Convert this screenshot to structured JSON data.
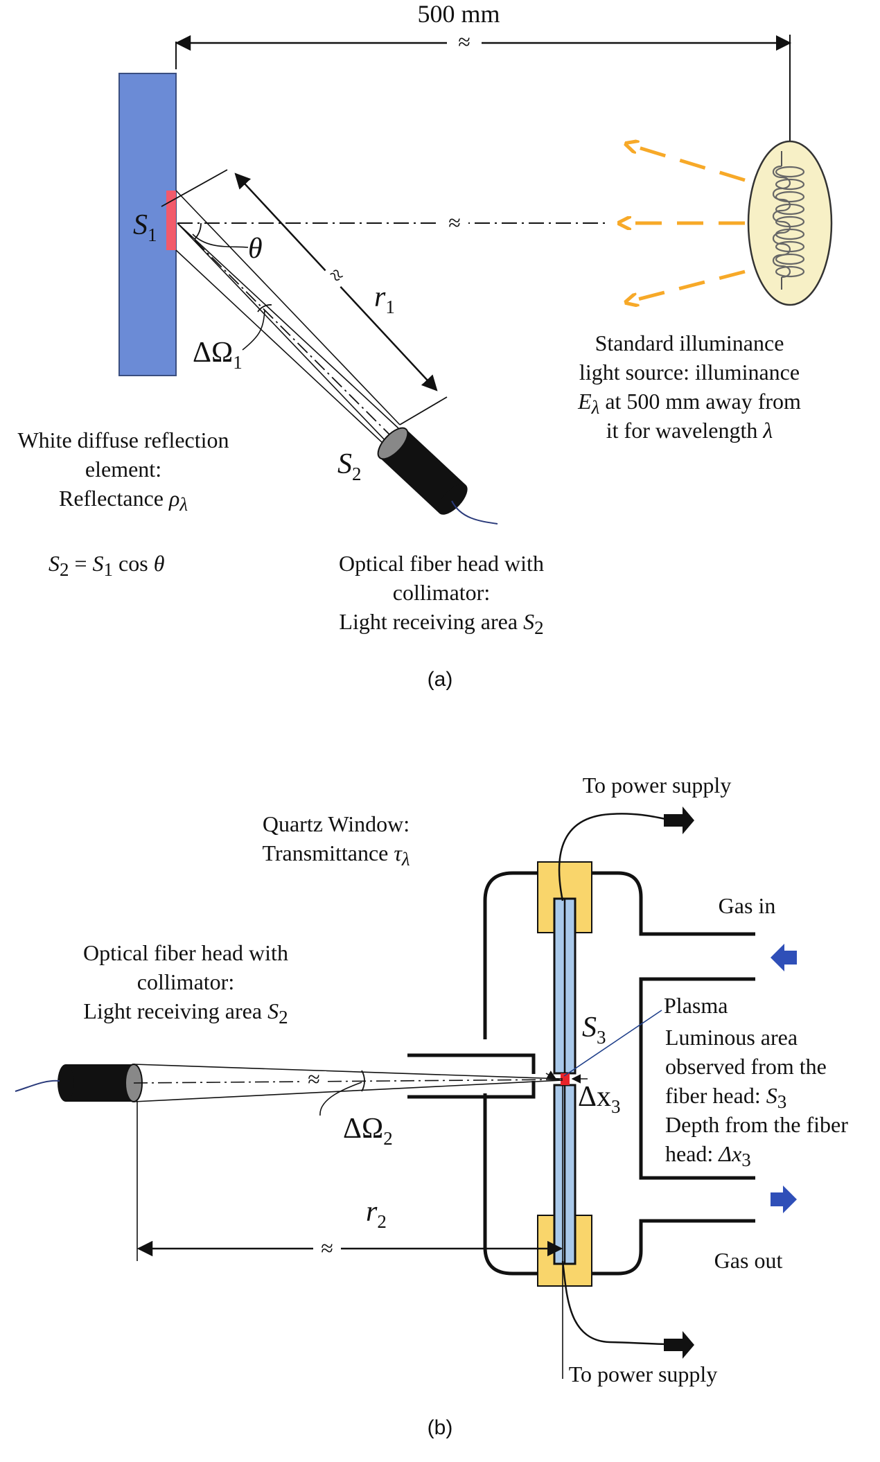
{
  "colors": {
    "wall": "#6b8bd6",
    "reflector": "#f25a6b",
    "arrow": "#f7a928",
    "lamp": "#f7f0c6",
    "quartz": "#a9c9ea",
    "electrode": "#f9d56b",
    "plasma": "#e8232a",
    "gas_arrow": "#2f4fb8"
  },
  "panel_a": {
    "distance_label": "500 mm",
    "break_symbol": "≈",
    "s1": {
      "base": "S",
      "sub": "1"
    },
    "theta": "θ",
    "r1": {
      "base": "r",
      "sub": "1"
    },
    "omega1": {
      "base": "ΔΩ",
      "sub": "1"
    },
    "s2": {
      "base": "S",
      "sub": "2"
    },
    "light_source": {
      "line1": "Standard illuminance",
      "line2": "light source: illuminance",
      "line3_var": "E",
      "line3_sub": "λ",
      "line3_rest": " at 500 mm away from",
      "line4_text": "it for wavelength ",
      "line4_var": "λ"
    },
    "reflector_caption": {
      "line1": "White diffuse reflection",
      "line2": "element:",
      "line3_text": "Reflectance ",
      "line3_var": "ρ",
      "line3_sub": "λ"
    },
    "equation": {
      "lhs": "S",
      "lhs_sub": "2",
      "eq": " = ",
      "rhs": "S",
      "rhs_sub": "1",
      "cos": " cos ",
      "theta": "θ"
    },
    "fiber_caption": {
      "line1": "Optical fiber head with",
      "line2": "collimator:",
      "line3_text": "Light receiving area ",
      "line3_var": "S",
      "line3_sub": "2"
    },
    "panel_label": "(a)"
  },
  "panel_b": {
    "power_top": "To power supply",
    "power_bottom": "To power supply",
    "quartz": {
      "line1": "Quartz Window:",
      "line2_text": "Transmittance ",
      "line2_var": "τ",
      "line2_sub": "λ"
    },
    "gas_in": "Gas in",
    "gas_out": "Gas out",
    "fiber_caption": {
      "line1": "Optical fiber head with",
      "line2": "collimator:",
      "line3_text": "Light receiving area ",
      "line3_var": "S",
      "line3_sub": "2"
    },
    "plasma": "Plasma",
    "s3": {
      "base": "S",
      "sub": "3"
    },
    "dx3": {
      "base": "Δx",
      "sub": "3"
    },
    "omega2": {
      "base": "ΔΩ",
      "sub": "2"
    },
    "r2": {
      "base": "r",
      "sub": "2"
    },
    "break_symbol": "≈",
    "luminous": {
      "line1": "Luminous area",
      "line2": "observed from the",
      "line3_text": "fiber head: ",
      "line3_var": "S",
      "line3_sub": "3",
      "line4": "Depth from the fiber",
      "line5_text": "head: ",
      "line5_var": "Δx",
      "line5_sub": "3"
    },
    "panel_label": "(b)"
  }
}
